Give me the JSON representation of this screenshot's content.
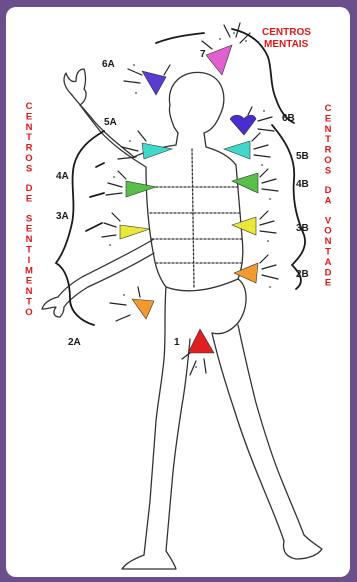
{
  "titles": {
    "mentais": [
      "CENTROS",
      "MENTAIS"
    ],
    "sentimento": "CENTROS DE SENTIMENTO",
    "vontade": "CENTROS DA VONTADE"
  },
  "labels": {
    "c7": "7",
    "c6a": "6A",
    "c6b": "6B",
    "c5a": "5A",
    "c5b": "5B",
    "c4a": "4A",
    "c4b": "4B",
    "c3a": "3A",
    "c3b": "3B",
    "c2a": "2A",
    "c2b": "2B",
    "c1": "1"
  },
  "colors": {
    "background": "#6b4e8c",
    "title_red": "#e01818",
    "c7": "#e060d0",
    "c6a": "#5a3ccf",
    "c6b": "#4a2ccf",
    "c5a": "#40d8c8",
    "c5b": "#40d8c8",
    "c4a": "#58c048",
    "c4b": "#58c048",
    "c3a": "#e8e838",
    "c3b": "#e8e838",
    "c2a": "#f09a30",
    "c2b": "#f09a30",
    "c1": "#e02020"
  }
}
